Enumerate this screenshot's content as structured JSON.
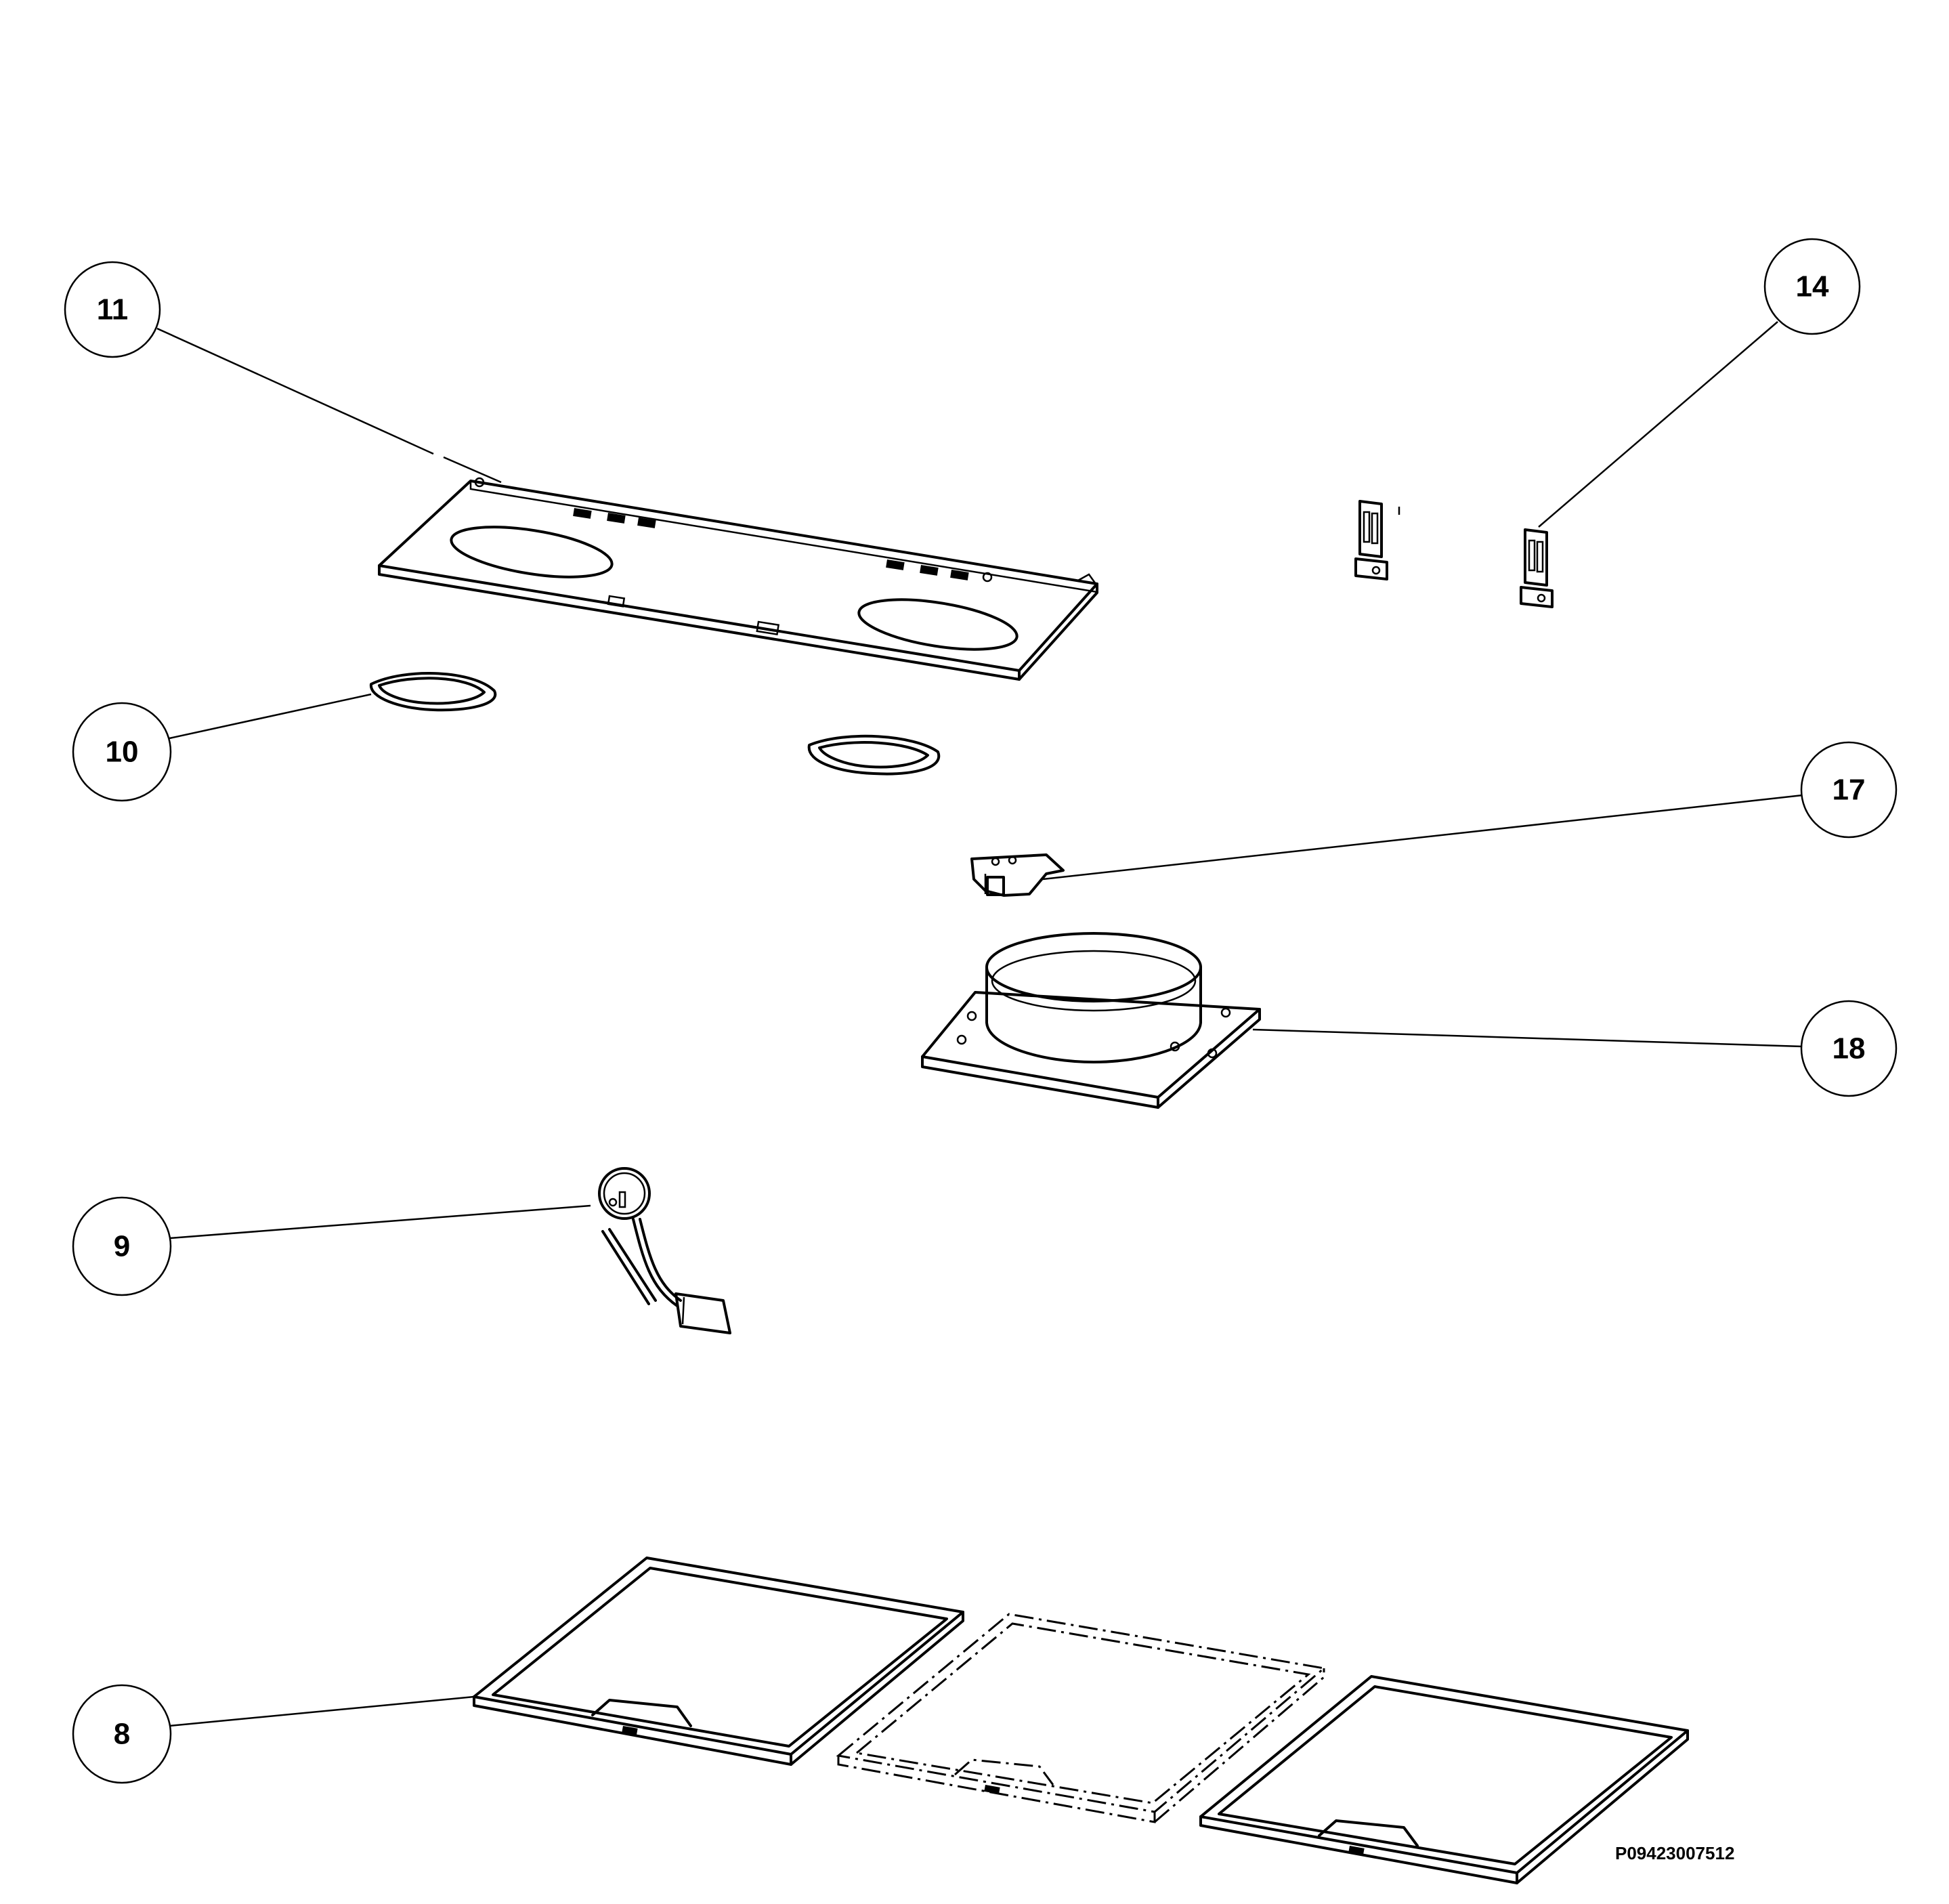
{
  "callouts": [
    {
      "id": "11"
    },
    {
      "id": "14"
    },
    {
      "id": "10"
    },
    {
      "id": "17"
    },
    {
      "id": "18"
    },
    {
      "id": "9"
    },
    {
      "id": "8"
    }
  ],
  "document_id": "P09423007512"
}
